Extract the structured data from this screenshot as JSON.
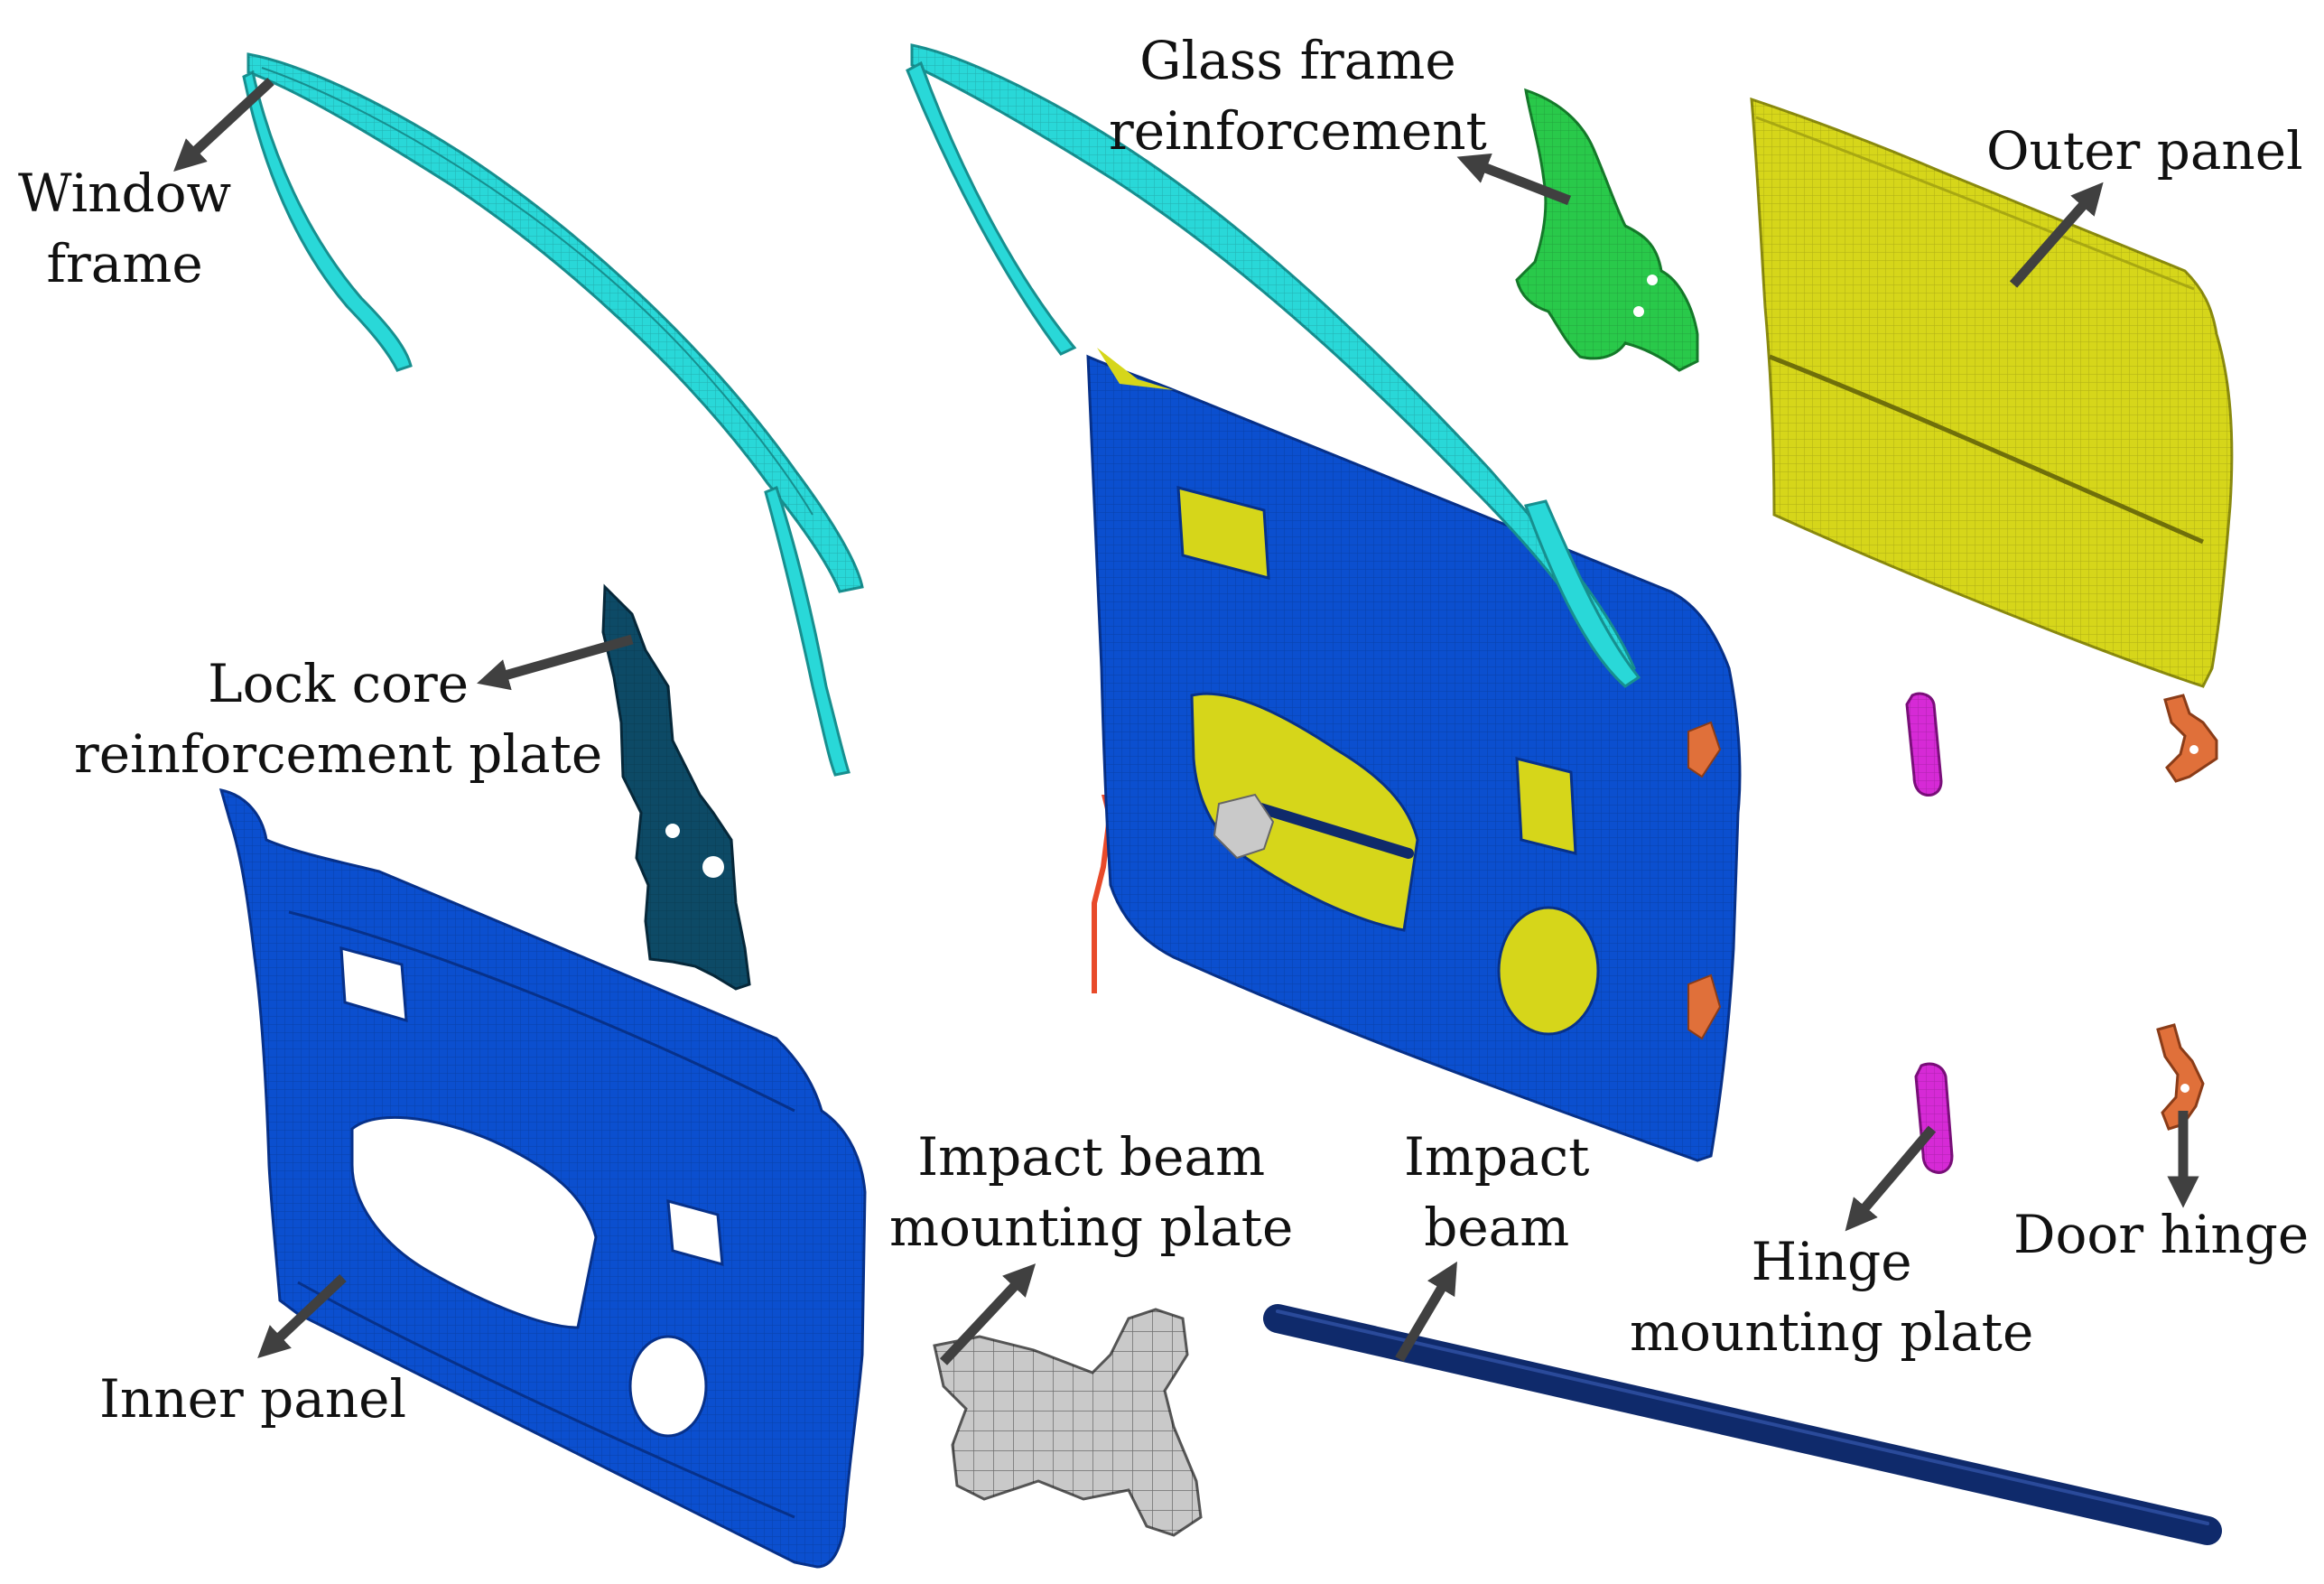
{
  "labels": {
    "window_frame": [
      "Window",
      "frame"
    ],
    "glass_frame_reinforcement": [
      "Glass frame",
      "reinforcement"
    ],
    "outer_panel": [
      "Outer panel"
    ],
    "lock_core_reinforcement_plate": [
      "Lock core",
      "reinforcement plate"
    ],
    "inner_panel": [
      "Inner panel"
    ],
    "impact_beam_mounting_plate": [
      "Impact beam",
      "mounting plate"
    ],
    "impact_beam": [
      "Impact",
      "beam"
    ],
    "hinge_mounting_plate": [
      "Hinge",
      "mounting plate"
    ],
    "door_hinge": [
      "Door hinge"
    ]
  },
  "colors": {
    "window_frame": "#29d8d8",
    "inner_panel": "#0b4fcf",
    "outer_panel": "#d6d61a",
    "glass_frame_reinforcement": "#29c94a",
    "lock_core_plate": "#0d4a66",
    "impact_beam": "#0f2a6b",
    "impact_beam_plate": "#c9c9c9",
    "hinge_mounting_plate": "#d62ad6",
    "door_hinge": "#e0703a",
    "arrow": "#404040",
    "text": "#111111"
  }
}
